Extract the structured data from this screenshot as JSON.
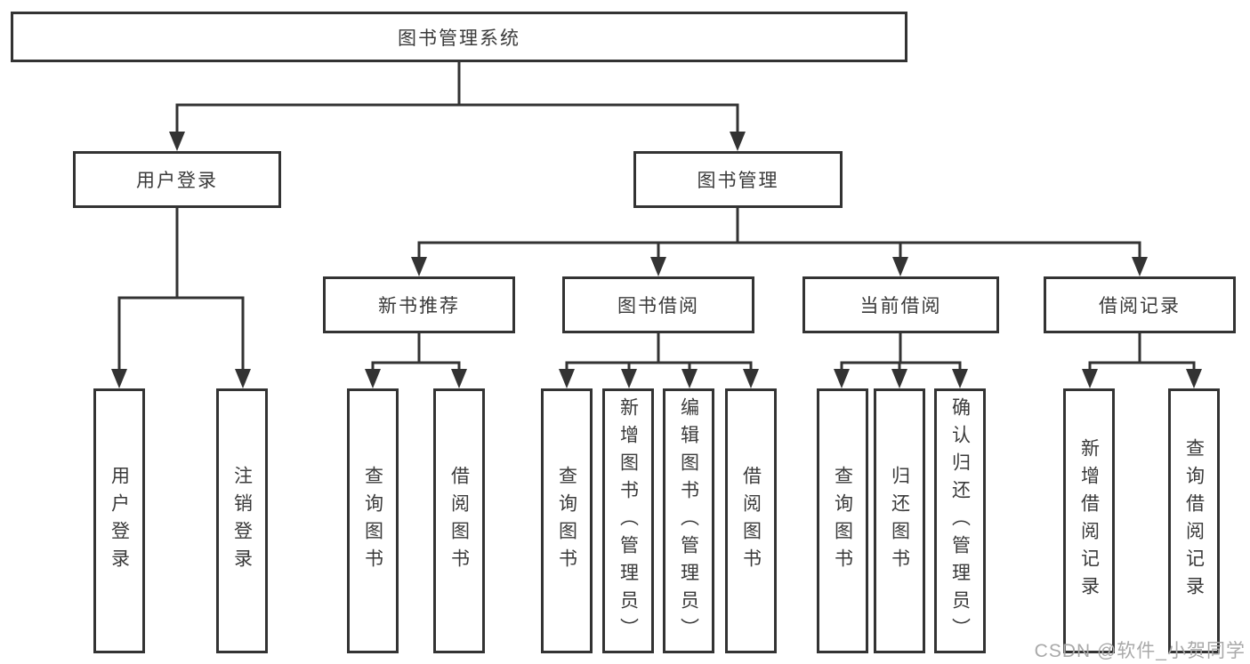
{
  "diagram": {
    "title": "图书管理系统",
    "branches": [
      {
        "label": "用户登录",
        "children": [
          "用户登录",
          "注销登录"
        ]
      },
      {
        "label": "图书管理",
        "children": [
          {
            "label": "新书推荐",
            "children": [
              "查询图书",
              "借阅图书"
            ]
          },
          {
            "label": "图书借阅",
            "children": [
              "查询图书",
              "新增图书（管理员）",
              "编辑图书（管理员）",
              "借阅图书"
            ]
          },
          {
            "label": "当前借阅",
            "children": [
              "查询图书",
              "归还图书",
              "确认归还（管理员）"
            ]
          },
          {
            "label": "借阅记录",
            "children": [
              "新增借阅记录",
              "查询借阅记录"
            ]
          }
        ]
      }
    ]
  },
  "watermark": "CSDN @软件_小贺同学",
  "colors": {
    "line": "#333333",
    "text": "#3a3a3a",
    "watermark": "#a9a9a9"
  }
}
